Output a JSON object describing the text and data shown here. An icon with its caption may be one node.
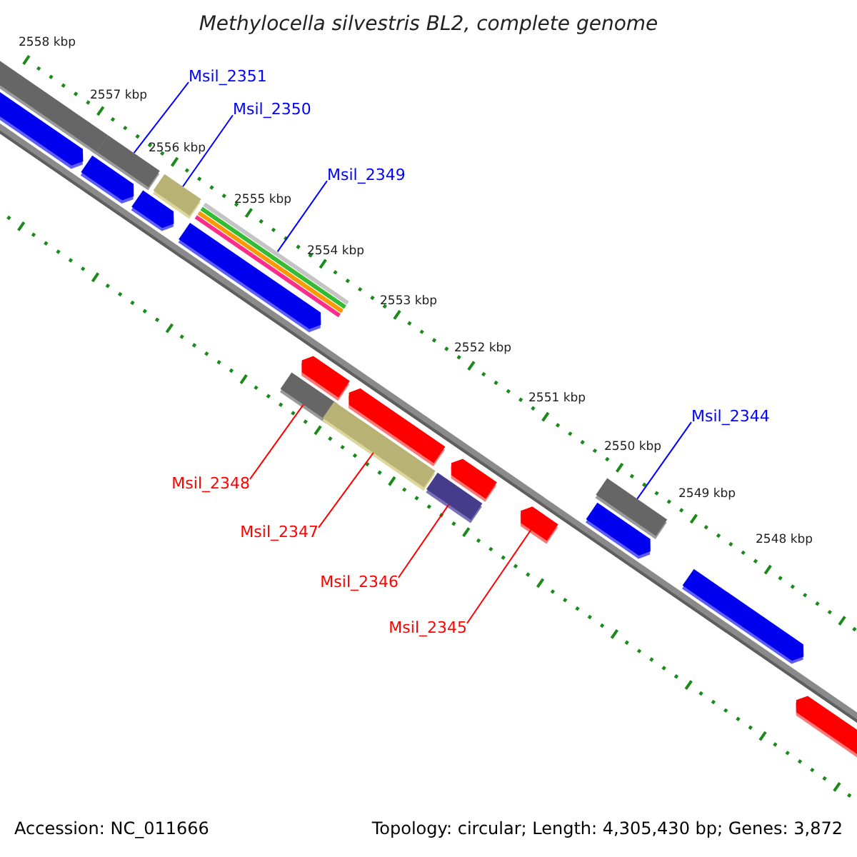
{
  "diagram": {
    "title": "Methylocella silvestris BL2, complete genome",
    "nodes": [
      {
        "text": [
          "Msil_2351"
        ]
      },
      {
        "text": [
          "Msil_2350"
        ]
      },
      {
        "text": [
          "Msil_2349"
        ]
      },
      {
        "text": [
          "Msil_2344"
        ]
      },
      {
        "text": [
          "Msil_2348"
        ]
      },
      {
        "text": [
          "Msil_2347"
        ]
      },
      {
        "text": [
          "Msil_2346"
        ]
      },
      {
        "text": [
          "Msil_2345"
        ]
      },
      {
        "text": [],
        "shape": "bar"
      },
      {
        "text": [],
        "shape": "bar"
      },
      {
        "text": [],
        "shape": "bar"
      },
      {
        "text": [],
        "shape": "bar"
      },
      {
        "text": [],
        "shape": "bar"
      },
      {
        "text": [],
        "shape": "bar"
      },
      {
        "text": [],
        "shape": "bar"
      },
      {
        "text": [],
        "shape": "bar"
      }
    ],
    "edges": [
      {
        "from": 0,
        "to": 8,
        "arrow": "none"
      },
      {
        "from": 1,
        "to": 9,
        "arrow": "none"
      },
      {
        "from": 2,
        "to": 10,
        "arrow": "none"
      },
      {
        "from": 3,
        "to": 15,
        "arrow": "none"
      },
      {
        "from": 4,
        "to": 11,
        "arrow": "none",
        "color": "#ff0000"
      },
      {
        "from": 5,
        "to": 12,
        "arrow": "none",
        "color": "#ff0000"
      },
      {
        "from": 6,
        "to": 13,
        "arrow": "none",
        "color": "#ff0000"
      },
      {
        "from": 7,
        "to": 14,
        "arrow": "none",
        "color": "#ff0000"
      }
    ],
    "labels": [
      "2558 kbp",
      "2557 kbp",
      "2556 kbp",
      "2555 kbp",
      "2554 kbp",
      "2553 kbp",
      "2552 kbp",
      "2551 kbp",
      "2550 kbp",
      "2549 kbp",
      "2548 kbp",
      "Accession: NC_011666",
      "Topology: circular; Length: 4,305,430 bp; Genes: 3,872"
    ]
  }
}
